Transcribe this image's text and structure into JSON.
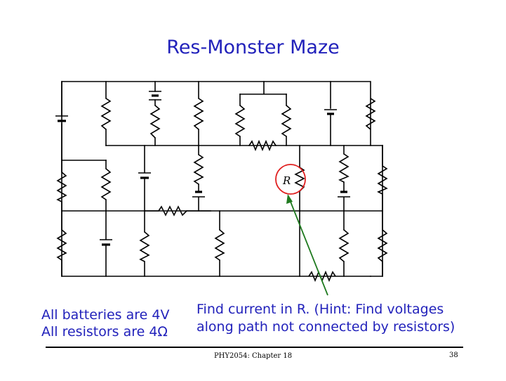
{
  "slide": {
    "title": "Res-Monster Maze",
    "notes_left": [
      "All batteries are 4V",
      "All resistors are 4Ω"
    ],
    "notes_right": [
      "Find current in R. (Hint: Find voltages",
      "along path not connected by resistors)"
    ],
    "footer": "PHY2054: Chapter 18",
    "page_number": "38"
  },
  "circuit": {
    "resistor_label": "R",
    "colors": {
      "wire": "#000000",
      "highlight": "#e02020",
      "arrow": "#1f7a1f",
      "text": "#2222bb"
    }
  }
}
